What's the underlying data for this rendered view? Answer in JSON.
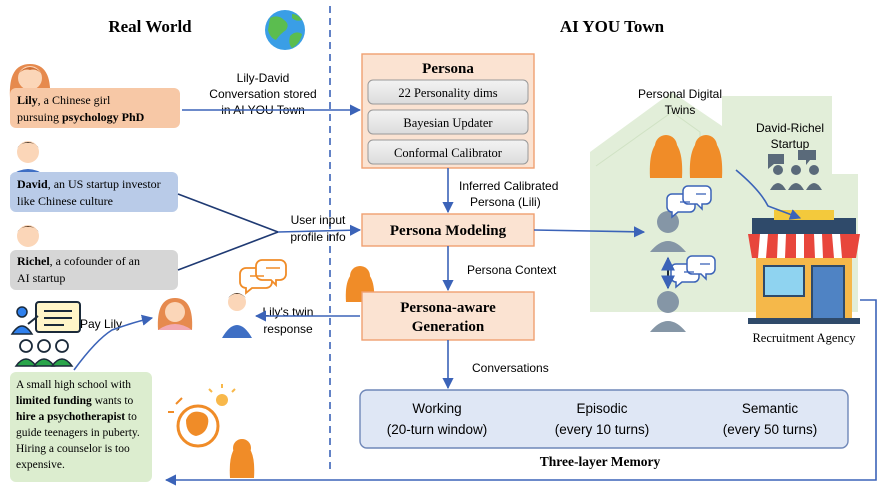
{
  "sections": {
    "real_world": "Real World",
    "ai_town": "AI YOU Town"
  },
  "people": {
    "lily": {
      "name": "Lily",
      "line1_rest": ", a Chinese girl",
      "line2_pre": "pursuing ",
      "line2_bold": "psychology PhD"
    },
    "david": {
      "name": "David",
      "line1_rest": ", an US startup investor",
      "line2": "like Chinese culture"
    },
    "richel": {
      "name": "Richel",
      "line1_rest": ", a cofounder of an",
      "line2": "AI startup"
    }
  },
  "pay_lily": "Pay Lily",
  "school_note": {
    "l1": "A small high school with",
    "l2_bold": "limited funding",
    "l2_rest": " wants to",
    "l3_bold": "hire a psychotherapist",
    "l3_rest": " to",
    "l4": "guide teenagers in puberty.",
    "l5": "Hiring a counselor is too",
    "l6": "expensive."
  },
  "flow_labels": {
    "conv_l1": "Lily-David",
    "conv_l2": "Conversation stored",
    "conv_l3": "in AI YOU Town",
    "user_l1": "User input",
    "user_l2": "profile info",
    "inferred_l1": "Inferred Calibrated",
    "inferred_l2": "Persona (Lili)",
    "persona_context": "Persona Context",
    "twin_l1": "Lily's twin",
    "twin_l2": "response",
    "conversations": "Conversations"
  },
  "persona_box": {
    "title": "Persona",
    "items": [
      "22 Personality dims",
      "Bayesian Updater",
      "Conformal Calibrator"
    ]
  },
  "persona_modeling": "Persona Modeling",
  "generation": {
    "l1": "Persona-aware",
    "l2": "Generation"
  },
  "memory": {
    "title": "Three-layer Memory",
    "layers": [
      {
        "name": "Working",
        "detail": "(20-turn window)"
      },
      {
        "name": "Episodic",
        "detail": "(every 10 turns)"
      },
      {
        "name": "Semantic",
        "detail": "(every 50 turns)"
      }
    ]
  },
  "town": {
    "twins_l1": "Personal Digital",
    "twins_l2": "Twins",
    "startup_l1": "David-Richel",
    "startup_l2": "Startup",
    "agency": "Recruitment Agency"
  },
  "colors": {
    "arrow": "#3b63b8",
    "lily_box": "#f7c8a6",
    "david_box": "#b9cbe8",
    "richel_box": "#d6d6d6",
    "note_box": "#dcedcf",
    "persona_box": "#fbe3d2",
    "memory_box": "#dfe7f5",
    "town_bg": "#e2eed9",
    "orange_silhouette": "#f08c28",
    "gray_figure": "#8596a6"
  }
}
